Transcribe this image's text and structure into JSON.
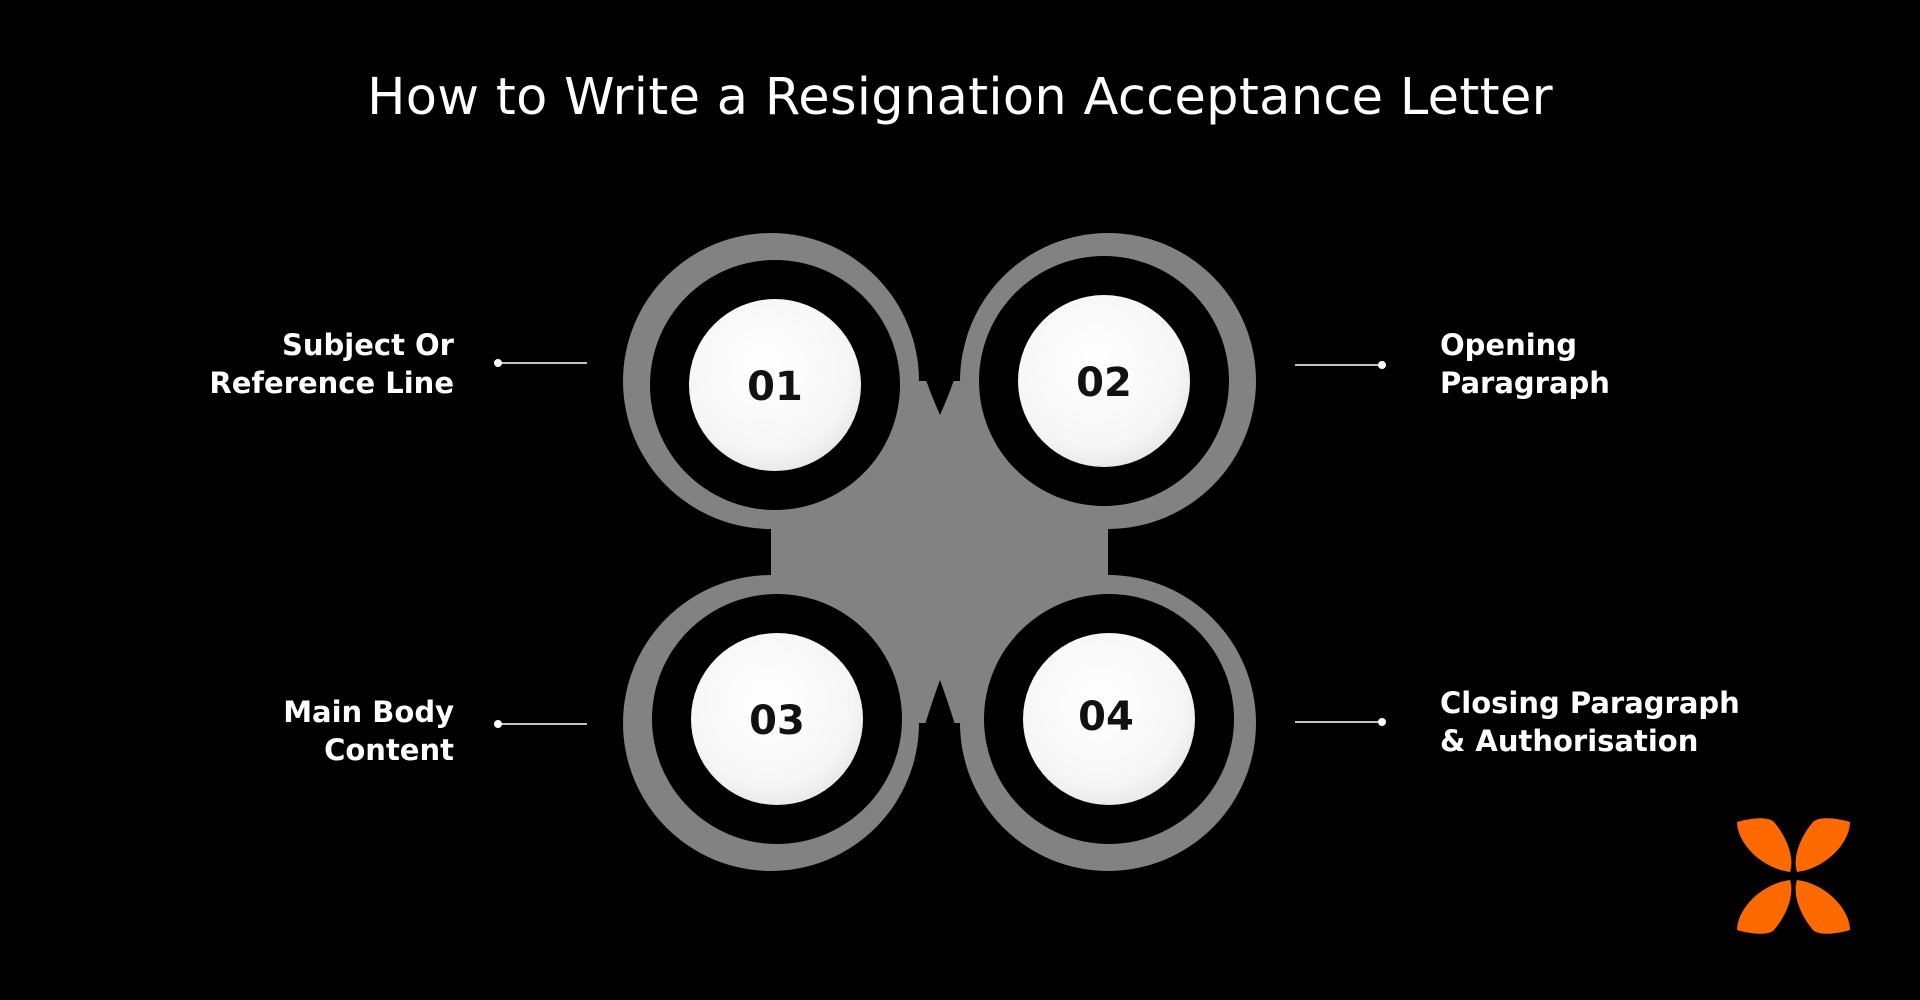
{
  "title": "How to Write a Resignation Acceptance Letter",
  "steps": [
    {
      "number": "01",
      "label_line1": "Subject Or",
      "label_line2": "Reference Line"
    },
    {
      "number": "02",
      "label_line1": "Opening",
      "label_line2": "Paragraph"
    },
    {
      "number": "03",
      "label_line1": "Main Body",
      "label_line2": "Content"
    },
    {
      "number": "04",
      "label_line1": "Closing Paragraph",
      "label_line2": "& Authorisation"
    }
  ],
  "colors": {
    "background": "#000000",
    "ring": "#828282",
    "inner_disc": "#f8f8f8",
    "text": "#ffffff",
    "logo": "#ff6a00"
  },
  "logo": {
    "icon": "butterfly-logo-icon"
  }
}
